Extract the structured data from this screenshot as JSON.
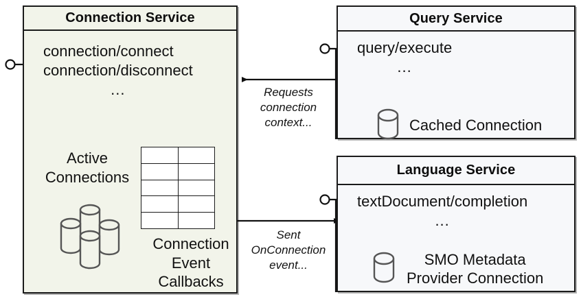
{
  "diagram": {
    "title": "Connection Service interaction diagram",
    "colors": {
      "connection_service_fill": "#f2f4ea",
      "service_fill": "#f7f8fa",
      "stroke": "#1a1a1a",
      "cylinder_stroke": "#555555",
      "text": "#111111"
    }
  },
  "connection_service": {
    "title": "Connection Service",
    "endpoints": [
      "connection/connect",
      "connection/disconnect"
    ],
    "ellipsis": "...",
    "active_connections_label": "Active\nConnections",
    "active_connections_line1": "Active",
    "active_connections_line2": "Connections",
    "callbacks_label_line1": "Connection",
    "callbacks_label_line2": "Event",
    "callbacks_label_line3": "Callbacks",
    "table": {
      "rows": 5,
      "columns": 2
    },
    "icons": {
      "cylinder_cluster": "database-cluster-icon",
      "lollipop": "provided-interface-icon"
    }
  },
  "query_service": {
    "title": "Query Service",
    "endpoints": [
      "query/execute"
    ],
    "ellipsis": "...",
    "resource_label": "Cached Connection",
    "icons": {
      "cylinder": "database-icon",
      "lollipop": "provided-interface-icon"
    }
  },
  "language_service": {
    "title": "Language Service",
    "endpoints": [
      "textDocument/completion"
    ],
    "ellipsis": "...",
    "resource_label_line1": "SMO Metadata",
    "resource_label_line2": "Provider Connection",
    "icons": {
      "cylinder": "database-icon",
      "lollipop": "provided-interface-icon"
    }
  },
  "connectors": {
    "query_to_connection": {
      "label_line1": "Requests",
      "label_line2": "connection",
      "label_line3": "context...",
      "direction": "right-to-left"
    },
    "connection_to_language": {
      "label_line1": "Sent",
      "label_line2": "OnConnection",
      "label_line3": "event...",
      "direction": "left-to-right"
    }
  }
}
